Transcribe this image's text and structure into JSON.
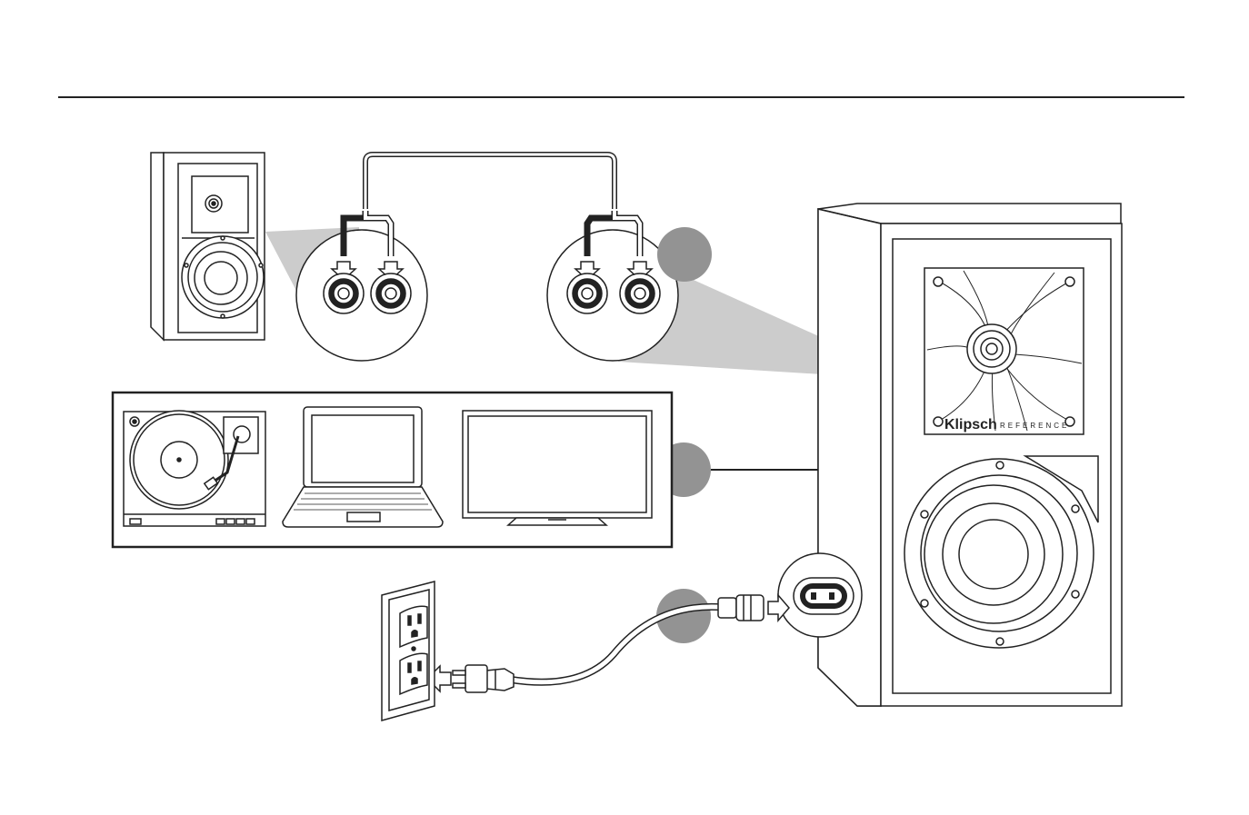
{
  "diagram": {
    "brand": {
      "logo_text": "Klipsch",
      "logo_sub": "REFERENCE"
    },
    "steps": [
      {
        "number": "",
        "role": "speaker wire connection"
      },
      {
        "number": "",
        "role": "source connection"
      },
      {
        "number": "",
        "role": "power connection"
      }
    ],
    "sources": [
      "turntable",
      "laptop",
      "television"
    ],
    "colors": {
      "line": "#222222",
      "magnify_shade": "#cccccc",
      "step_badge": "#939393",
      "wire_black": "#222222"
    }
  }
}
